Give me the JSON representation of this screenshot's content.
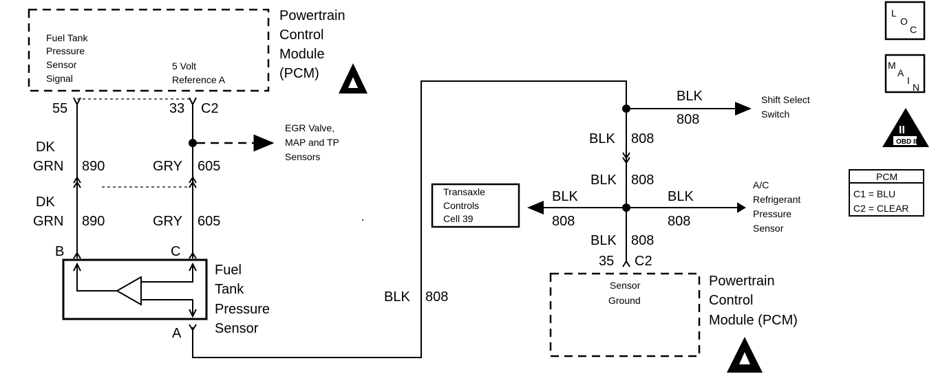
{
  "pcm_top": {
    "title_lines": [
      "Powertrain",
      "Control",
      "Module",
      "(PCM)"
    ],
    "pin_left_lines": [
      "Fuel Tank",
      "Pressure",
      "Sensor",
      "Signal"
    ],
    "pin_right_lines": [
      "5 Volt",
      "Reference A"
    ]
  },
  "pins": {
    "p55": "55",
    "p33": "33",
    "c2_top": "C2",
    "b": "B",
    "c": "C",
    "a": "A",
    "p35": "35",
    "c2_bottom": "C2"
  },
  "wires": {
    "dk": "DK",
    "grn": "GRN",
    "n890": "890",
    "gry": "GRY",
    "n605": "605",
    "blk": "BLK",
    "n808": "808"
  },
  "egr_lines": [
    "EGR Valve,",
    "MAP and TP",
    "Sensors"
  ],
  "sensor_lines": [
    "Fuel",
    "Tank",
    "Pressure",
    "Sensor"
  ],
  "shift_lines": [
    "Shift Select",
    "Switch"
  ],
  "ac_lines": [
    "A/C",
    "Refrigerant",
    "Pressure",
    "Sensor"
  ],
  "transaxle_lines": [
    "Transaxle",
    "Controls",
    "Cell 39"
  ],
  "pcm_bottom": {
    "title_lines": [
      "Powertrain",
      "Control",
      "Module (PCM)"
    ],
    "ground_lines": [
      "Sensor",
      "Ground"
    ]
  },
  "icons": {
    "loc": [
      "L",
      "O",
      "C"
    ],
    "main": [
      "M",
      "A",
      "I",
      "N"
    ],
    "obd_label": "OBD II",
    "obd_mark": "II"
  },
  "legend": {
    "title": "PCM",
    "rows": [
      "C1 = BLU",
      "C2 = CLEAR"
    ]
  }
}
